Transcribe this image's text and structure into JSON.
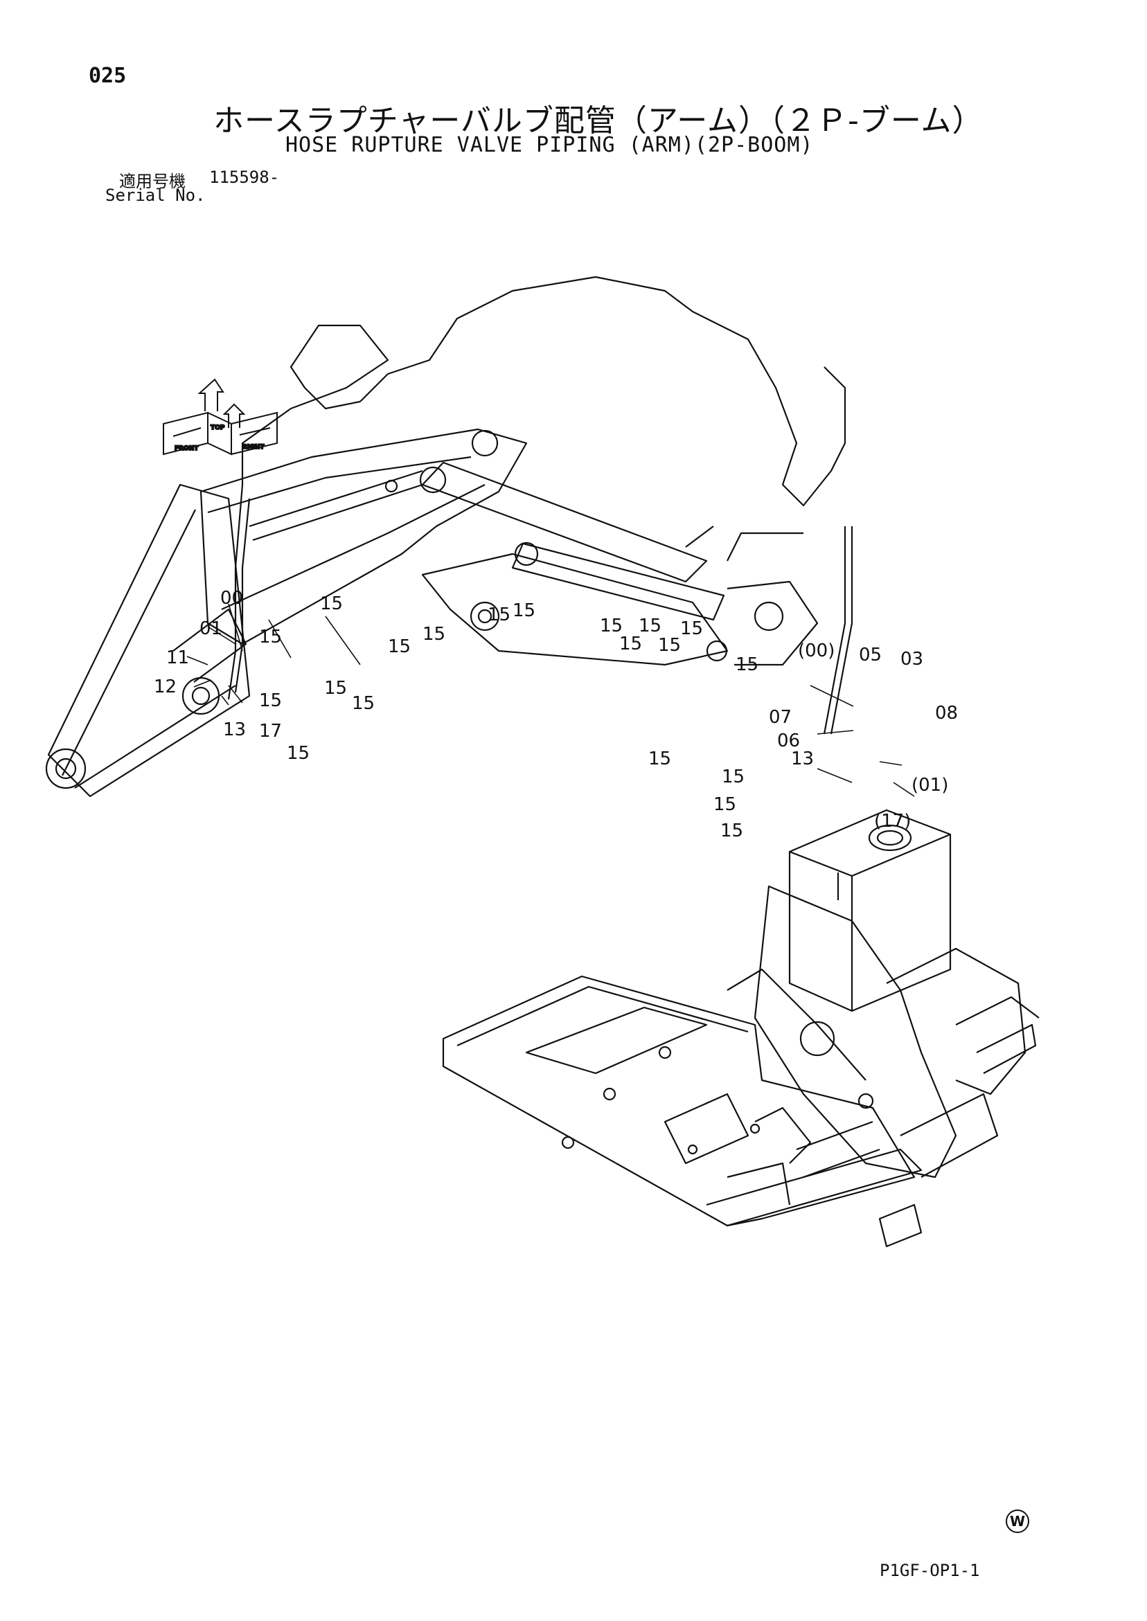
{
  "header": {
    "page_number": "025",
    "title_jp": "ホースラプチャーバルブ配管（アーム）（２Ｐ-ブーム）",
    "title_en": "HOSE RUPTURE VALVE PIPING (ARM)(2P-BOOM)",
    "serial_label_jp": "適用号機",
    "serial_value": "115598-",
    "serial_label_en": "Serial No."
  },
  "orientation": {
    "front": "FRONT",
    "right": "RIGHT",
    "top": "TOP"
  },
  "callouts": {
    "c00": "00",
    "c01": "01",
    "c11": "11",
    "c12": "12",
    "c13a": "13",
    "c17": "17",
    "c15a": "15",
    "c15b": "15",
    "c15c": "15",
    "c15d": "15",
    "c15e": "15",
    "c15f": "15",
    "c15g": "15",
    "c15h": "15",
    "c15i": "15",
    "c15j": "15",
    "c15k": "15",
    "c15l": "15",
    "c15m": "15",
    "c15n": "15",
    "c15o": "15",
    "c15p": "15",
    "c15q": "15",
    "c15r": "15",
    "c15s": "15",
    "c15t": "15",
    "p00": "(00)",
    "c05": "05",
    "c03": "03",
    "c07": "07",
    "c08": "08",
    "c06": "06",
    "c13b": "13",
    "p01": "(01)",
    "p17": "(17)"
  },
  "footer": {
    "watermark": "W",
    "page_code": "P1GF-OP1-1"
  }
}
